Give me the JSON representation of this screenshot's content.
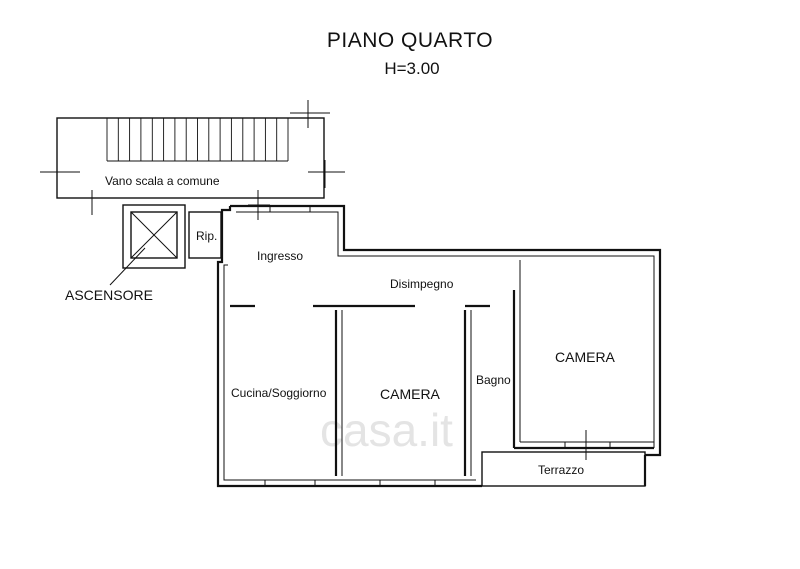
{
  "header": {
    "title": "PIANO QUARTO",
    "subtitle": "H=3.00"
  },
  "rooms": {
    "stair": "Vano scala a comune",
    "storage": "Rip.",
    "entrance": "Ingresso",
    "hallway": "Disimpegno",
    "bedroom_right": "CAMERA",
    "kitchen": "Cucina/Soggiorno",
    "bedroom_center": "CAMERA",
    "bathroom": "Bagno",
    "terrace": "Terrazzo"
  },
  "callouts": {
    "elevator": "ASCENSORE"
  },
  "watermark": {
    "text": "casa.it"
  }
}
